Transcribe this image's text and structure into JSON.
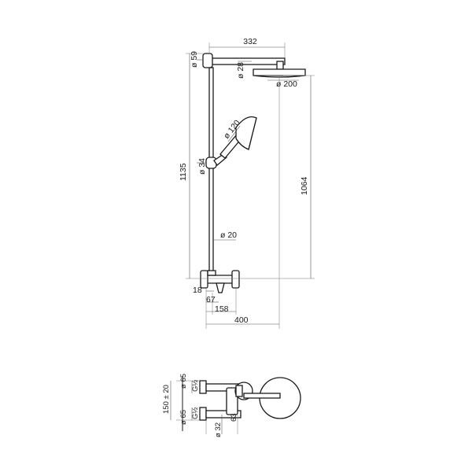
{
  "diagram": {
    "colors": {
      "line": "#1a1a1a",
      "dimension": "#555555",
      "background": "#ffffff"
    },
    "front_view": {
      "dimensions": {
        "arm_length": "332",
        "head_diameter": "ø 200",
        "arm_diameter": "ø 28",
        "riser_top_diameter": "ø 59",
        "hand_shower_diameter": "ø 120",
        "slider_diameter": "ø 34",
        "riser_diameter": "ø 20",
        "total_height": "1135",
        "head_height": "1064",
        "offset_18": "18",
        "offset_67": "67",
        "offset_158": "158",
        "overall_width": "400"
      }
    },
    "plan_view": {
      "dimensions": {
        "inlet_centers": "150 ± 20",
        "top_flange": "ø 65",
        "top_thread": "G½",
        "bottom_flange": "ø 65",
        "bottom_thread": "G½",
        "body_diameter": "ø 32",
        "body_depth": "63"
      }
    }
  }
}
